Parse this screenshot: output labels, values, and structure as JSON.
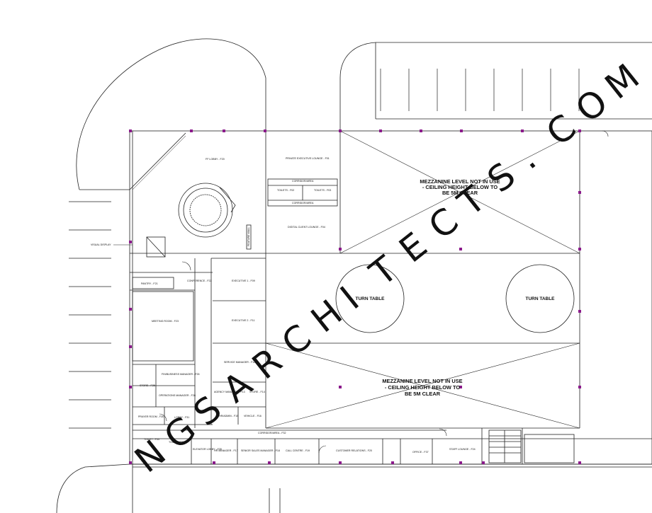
{
  "watermark": "NGSARCHITECTS.COM",
  "labels": {
    "mezzanine_top": [
      "MEZZANINE LEVEL NOT IN USE",
      "- CEILING HEIGHT BELOW TO",
      "BE 5M CLEAR"
    ],
    "mezzanine_bottom": [
      "MEZZANINE LEVEL NOT IN USE",
      "- CEILING HEIGHT BELOW TO",
      "BE 5M CLEAR"
    ],
    "turntable_left": "TURN TABLE",
    "turntable_right": "TURN TABLE",
    "visual_display": "VISUAL DISPLAY"
  },
  "rooms": {
    "lobby": "FF LOBBY - F20",
    "private_executive": "PRIVATE EXECUTIVE LOUNGE - F01",
    "corridor_top": "CORRIDOR/AREA",
    "toilets": "TOILETS - F02",
    "toilets2": "TOILETS - F03",
    "corridor_mid": "CORRIDOR/AREA",
    "digital_client_lounge": "DIGITAL CLIENT LOUNGE - F04",
    "feature_wall": "FEATURE WALL",
    "pantry": "PANTRY - F21",
    "conference": "CONFERENCE - F22",
    "executive_1": "EXECUTIVE 1 - F09",
    "executive_2": "EXECUTIVE 2 - F11",
    "meeting_room": "MEETING ROOM - F23",
    "service_manager": "SERVICE MANAGER - F12",
    "store": "STORE - F25",
    "fin_manager": "FIN/BUSINESS MANAGER - F26",
    "ops_manager": "OPERATIONS MANAGER - F28",
    "agency_manager": "AGENCY MANAGER - F13",
    "store_2": "STORE - F14",
    "prayer_room": "PRAYER ROOM - F30",
    "lobby_2": "LOBBY - F31",
    "hr_admin": "HR/ADMIN - F15",
    "vehicle": "VEHICLE - F16",
    "toilet_b1": "TOILET - F33",
    "toilet_b2": "TOILET - F34",
    "corridor_low": "CORRIDOR/AREA - F32",
    "elevator_lobby": "ELEVATOR LOBBY - F35",
    "hr_manager": "HR MANAGER - F17",
    "sales_manager": "SENIOR SALES MANAGER - F18",
    "call_centre": "CALL CENTRE - F19",
    "customer_relations": "CUSTOMER RELATIONS - F20",
    "office": "OFFICE - F37",
    "staff_lounge": "STAFF LOUNGE - F24"
  }
}
